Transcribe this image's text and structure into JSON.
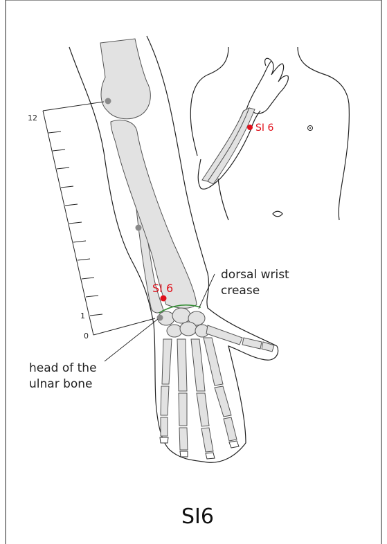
{
  "caption": "SI6",
  "ruler": {
    "top_label": "12",
    "one_label": "1",
    "zero_label": "0"
  },
  "labels": {
    "wrist_crease_line1": "dorsal wrist",
    "wrist_crease_line2": "crease",
    "ulna_head_line1": "head of the",
    "ulna_head_line2": "ulnar bone",
    "point_main": "SI 6",
    "point_inset": "SI 6"
  },
  "colors": {
    "point": "#e0101b",
    "crease": "#2e8b2e",
    "bone_fill": "#e2e2e2",
    "landmark": "#8a8a8a"
  }
}
